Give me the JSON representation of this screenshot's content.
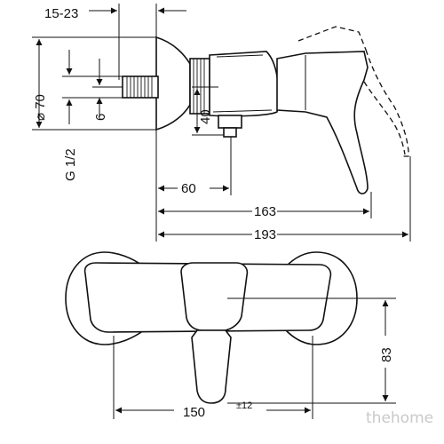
{
  "dimensions": {
    "wall_offset": "15-23",
    "diameter": "⌀ 70",
    "connection": "G 1/2",
    "small_offset": "6",
    "outlet_height": "40",
    "depth_60": "60",
    "depth_163": "163",
    "depth_193": "193",
    "height_83": "83",
    "width_150": "150",
    "tolerance": "±12"
  },
  "watermark": "thehome"
}
